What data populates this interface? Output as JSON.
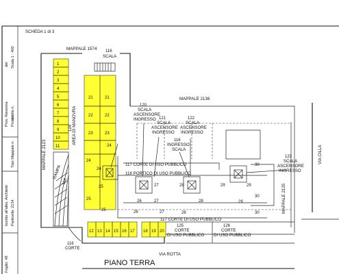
{
  "sidebar": {
    "v1": "Prov. Ravenna",
    "v1b": "del",
    "v2": "Protocollo n.",
    "v2b": "del",
    "v3": "Scala 1 : 400",
    "v4": "Tipo Mappale n.",
    "v4b": "del",
    "v5": "Iscritto all'albo: Architetti",
    "v6": "Particella: 2134",
    "v7": "Foglio: 48"
  },
  "sheet_label": "SCHEDA 1 di 3",
  "plan_title": "PIANO TERRA",
  "labels": {
    "mappale_1574": "MAPPALE 1574",
    "scala_116_top_num": "116",
    "scala_116_top": "SCALA",
    "mappale_2136": "MAPPALE 2136",
    "mappale_2123": "MAPPALE 2123",
    "mappale_2135": "MAPPALE 2135",
    "via_cilla": "VIA CILLA",
    "via_rotta": "VIA ROTTA",
    "area_manovra": "AREA DI MANOVRA",
    "area_num": "124",
    "rampa": "RAMPA",
    "rampa_num": "118",
    "corte_116_num": "116",
    "corte_116": "CORTE",
    "sai120_num": "120",
    "sai120_a": "SCALA",
    "sai120_b": "ASCENSORE",
    "sai120_c": "INGRESSO",
    "sai121_num": "121",
    "sai121_a": "SCALA",
    "sai121_b": "ASCENSORE",
    "sai121_c": "INGRESSO",
    "sai122_num": "122",
    "sai122_a": "SCALA",
    "sai122_b": "ASCENSORE",
    "sai122_c": "INGRESSO",
    "is116_num": "116",
    "is116_a": "INGRESSO",
    "is116_b": "SCALA",
    "sai123_num": "123",
    "sai123_a": "SCALA",
    "sai123_b": "ASCENSORE",
    "sai123_c": "INGRESSO",
    "corte_pub_top": "117 CORTE DI USO PUBBLICO",
    "portico": "118 PORTICO DI USO PUBBLICO",
    "corte_pub_bottom": "117 CORTE DI USO PUBBLICO",
    "c125_num": "125",
    "c125_a": "CORTE",
    "c125_b": "DI USO PUBBLICO",
    "c126_num": "126",
    "c126_a": "CORTE",
    "c126_b": "DI USO PUBBLICO"
  },
  "stall_numbers": {
    "left": [
      "1",
      "2",
      "3",
      "4",
      "5",
      "6",
      "7",
      "8",
      "9",
      "10",
      "11"
    ],
    "middle_rows": [
      [
        "21",
        "21"
      ],
      [
        "22",
        "22"
      ],
      [
        "23",
        "23"
      ],
      [
        "24"
      ]
    ],
    "m24": "24",
    "m25a": "25",
    "m25b": "25",
    "bottom": [
      "12",
      "13",
      "14",
      "15",
      "16",
      "17"
    ],
    "bottom_right": [
      "18",
      "19",
      "20"
    ]
  },
  "unit_numbers": {
    "n24": "24",
    "n26a": "26",
    "n27a": "27",
    "n27b": "27",
    "n28a": "28",
    "n28b": "28",
    "n28c": "28",
    "n26b": "26",
    "n27c": "27",
    "n29a": "29",
    "n29b": "29",
    "n29c": "29",
    "n30a": "30",
    "n30b": "30",
    "n30c": "30",
    "n25": "25"
  },
  "colors": {
    "stall": "#ffff33",
    "line": "#111111"
  }
}
